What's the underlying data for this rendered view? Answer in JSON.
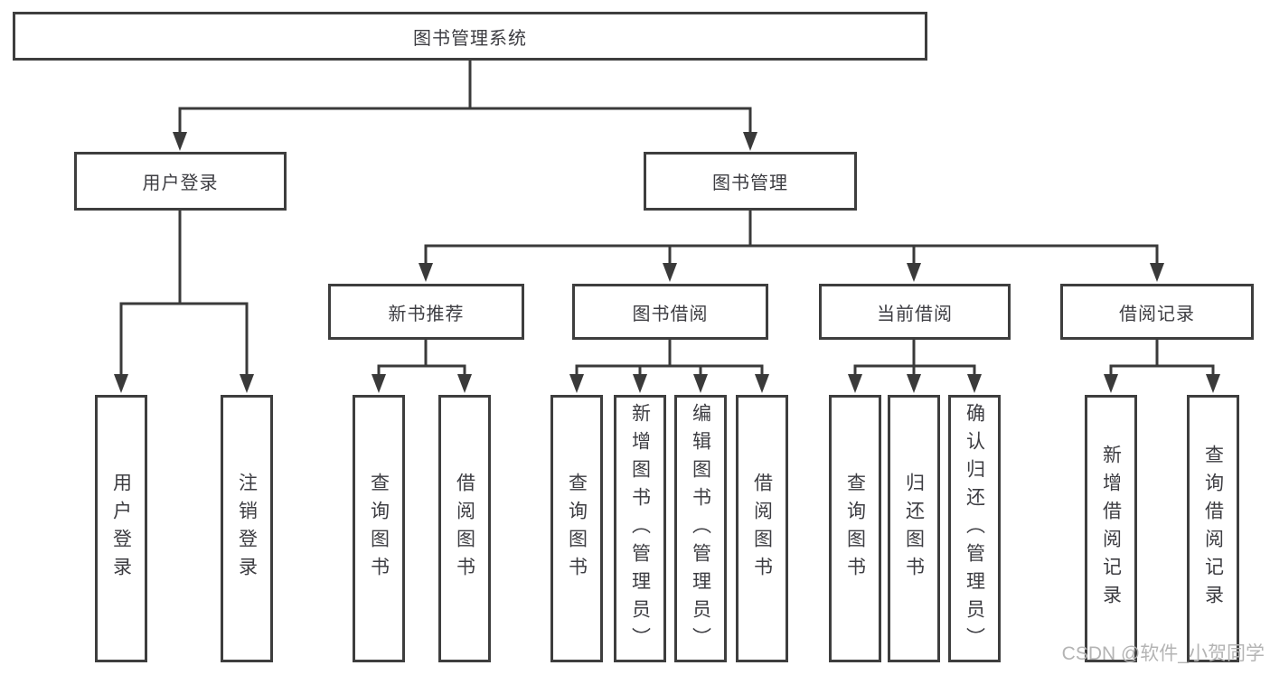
{
  "colors": {
    "background": "#ffffff",
    "line": "#3a3a3a",
    "box_border": "#3e3e3e",
    "text": "#3d3d42",
    "watermark": "#b4b4b4"
  },
  "watermark": {
    "text": "CSDN @软件_小贺同学"
  },
  "tree": {
    "root": {
      "label": "图书管理系统"
    },
    "branches": [
      {
        "label": "用户登录",
        "children": [
          {
            "label": "用户登录"
          },
          {
            "label": "注销登录"
          }
        ]
      },
      {
        "label": "图书管理",
        "sections": [
          {
            "label": "新书推荐",
            "children": [
              {
                "label": "查询图书"
              },
              {
                "label": "借阅图书"
              }
            ]
          },
          {
            "label": "图书借阅",
            "children": [
              {
                "label": "查询图书"
              },
              {
                "label": "新增图书（管理员）"
              },
              {
                "label": "编辑图书（管理员）"
              },
              {
                "label": "借阅图书"
              }
            ]
          },
          {
            "label": "当前借阅",
            "children": [
              {
                "label": "查询图书"
              },
              {
                "label": "归还图书"
              },
              {
                "label": "确认归还（管理员）"
              }
            ]
          },
          {
            "label": "借阅记录",
            "children": [
              {
                "label": "新增借阅记录"
              },
              {
                "label": "查询借阅记录"
              }
            ]
          }
        ]
      }
    ]
  }
}
